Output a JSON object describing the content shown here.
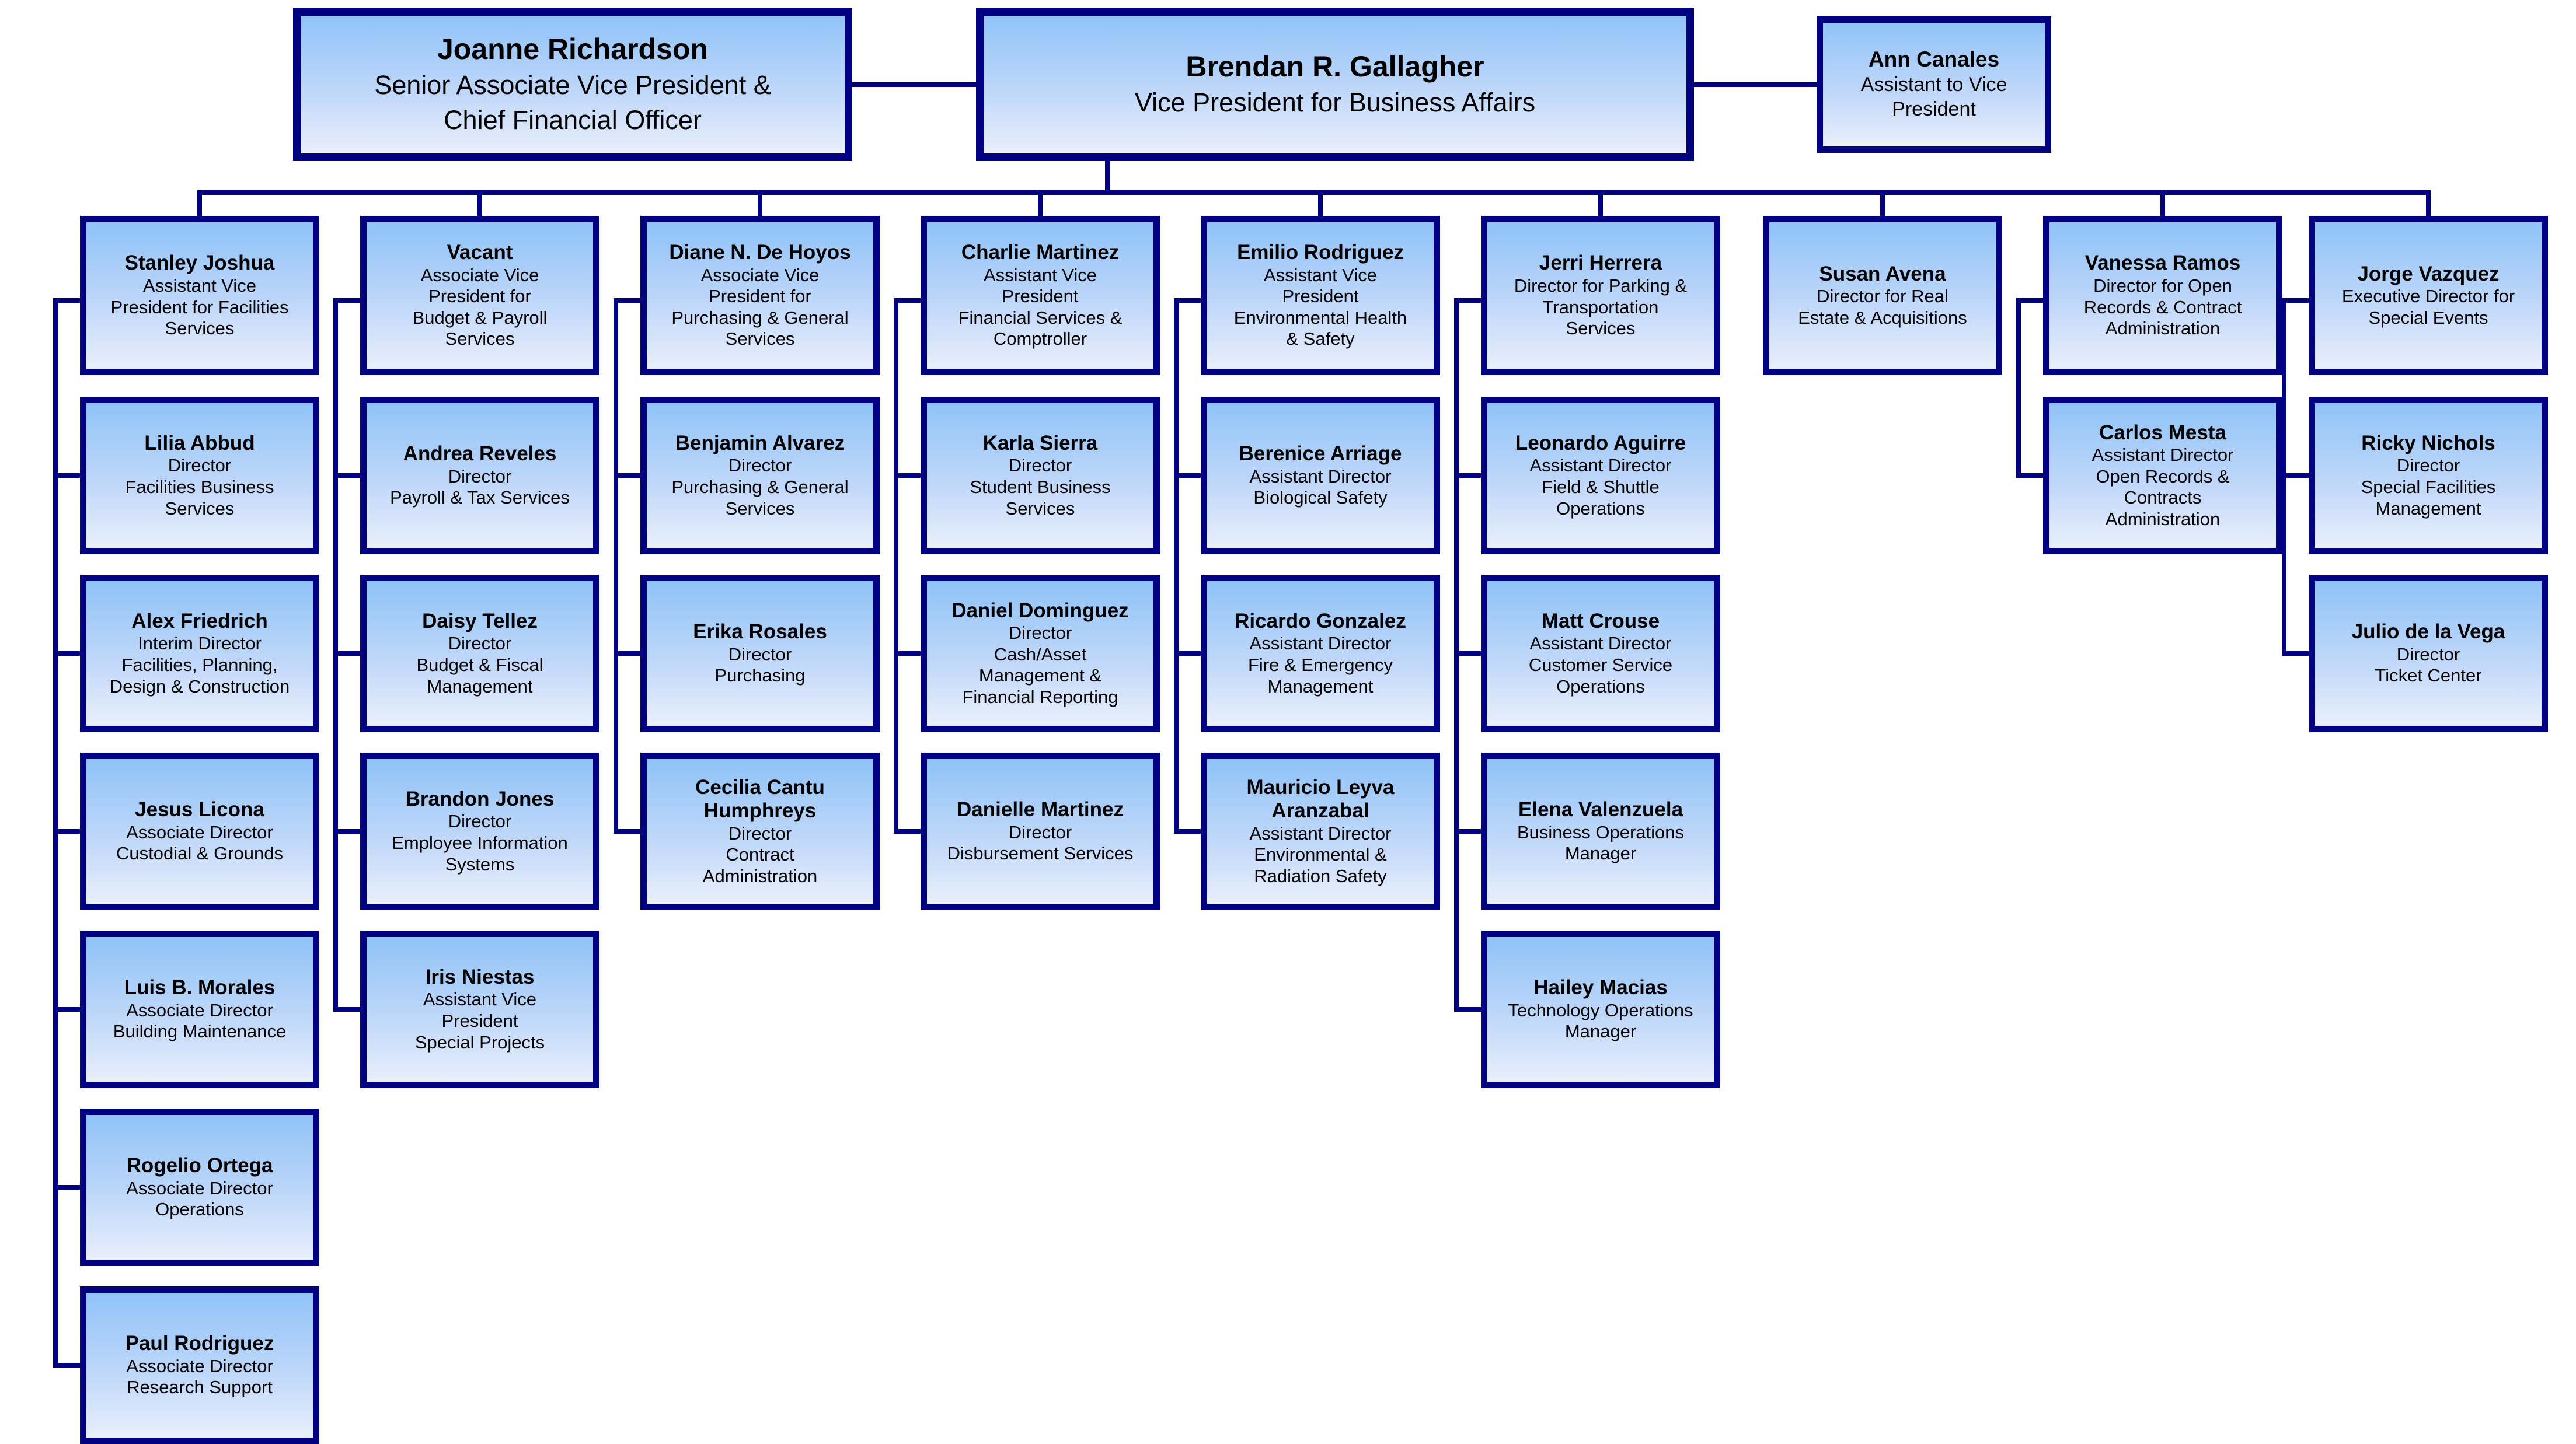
{
  "diagram": {
    "top_row": [
      {
        "name": "Joanne Richardson",
        "title": "Senior Associate Vice President &\nChief Financial Officer"
      },
      {
        "name": "Brendan R. Gallagher",
        "title": "Vice President for Business Affairs"
      },
      {
        "name": "Ann Canales",
        "title": "Assistant to Vice\nPresident"
      }
    ],
    "columns": [
      {
        "head": {
          "name": "Stanley Joshua",
          "title": "Assistant Vice\nPresident for Facilities\nServices"
        },
        "children": [
          {
            "name": "Lilia Abbud",
            "title": "Director\nFacilities Business\nServices"
          },
          {
            "name": "Alex Friedrich",
            "title": "Interim Director\nFacilities, Planning,\nDesign & Construction"
          },
          {
            "name": "Jesus Licona",
            "title": "Associate Director\nCustodial & Grounds"
          },
          {
            "name": "Luis B. Morales",
            "title": "Associate Director\nBuilding Maintenance"
          },
          {
            "name": "Rogelio Ortega",
            "title": "Associate Director\nOperations"
          },
          {
            "name": "Paul Rodriguez",
            "title": "Associate Director\nResearch Support"
          }
        ]
      },
      {
        "head": {
          "name": "Vacant",
          "title": "Associate Vice\nPresident for\nBudget & Payroll\nServices"
        },
        "children": [
          {
            "name": "Andrea Reveles",
            "title": "Director\nPayroll & Tax Services"
          },
          {
            "name": "Daisy Tellez",
            "title": "Director\nBudget & Fiscal\nManagement"
          },
          {
            "name": "Brandon Jones",
            "title": "Director\nEmployee Information\nSystems"
          },
          {
            "name": "Iris Niestas",
            "title": "Assistant Vice\nPresident\nSpecial Projects"
          }
        ]
      },
      {
        "head": {
          "name": "Diane N. De Hoyos",
          "title": "Associate Vice\nPresident for\nPurchasing & General\nServices"
        },
        "children": [
          {
            "name": "Benjamin Alvarez",
            "title": "Director\nPurchasing & General\nServices"
          },
          {
            "name": "Erika Rosales",
            "title": "Director\nPurchasing"
          },
          {
            "name": "Cecilia Cantu\nHumphreys",
            "title": "Director\nContract\nAdministration"
          }
        ]
      },
      {
        "head": {
          "name": "Charlie Martinez",
          "title": "Assistant Vice\nPresident\nFinancial Services &\nComptroller"
        },
        "children": [
          {
            "name": "Karla Sierra",
            "title": "Director\nStudent Business\nServices"
          },
          {
            "name": "Daniel Dominguez",
            "title": "Director\nCash/Asset\nManagement &\nFinancial Reporting"
          },
          {
            "name": "Danielle Martinez",
            "title": "Director\nDisbursement Services"
          }
        ]
      },
      {
        "head": {
          "name": "Emilio Rodriguez",
          "title": "Assistant Vice\nPresident\nEnvironmental Health\n& Safety"
        },
        "children": [
          {
            "name": "Berenice Arriage",
            "title": "Assistant Director\nBiological Safety"
          },
          {
            "name": "Ricardo Gonzalez",
            "title": "Assistant Director\nFire & Emergency\nManagement"
          },
          {
            "name": "Mauricio Leyva\nAranzabal",
            "title": "Assistant Director\nEnvironmental &\nRadiation Safety"
          }
        ]
      },
      {
        "head": {
          "name": "Jerri Herrera",
          "title": "Director for Parking &\nTransportation\nServices"
        },
        "children": [
          {
            "name": "Leonardo Aguirre",
            "title": "Assistant Director\nField & Shuttle\nOperations"
          },
          {
            "name": "Matt Crouse",
            "title": "Assistant Director\nCustomer Service\nOperations"
          },
          {
            "name": "Elena Valenzuela",
            "title": "Business Operations\nManager"
          },
          {
            "name": "Hailey Macias",
            "title": "Technology Operations\nManager"
          }
        ]
      },
      {
        "head": {
          "name": "Susan Avena",
          "title": "Director for Real\nEstate & Acquisitions"
        },
        "children": []
      },
      {
        "head": {
          "name": "Vanessa Ramos",
          "title": "Director for Open\nRecords & Contract\nAdministration"
        },
        "children": [
          {
            "name": "Carlos Mesta",
            "title": "Assistant Director\nOpen Records &\nContracts\nAdministration"
          }
        ]
      },
      {
        "head": {
          "name": "Jorge Vazquez",
          "title": "Executive Director for\nSpecial Events"
        },
        "children": [
          {
            "name": "Ricky Nichols",
            "title": "Director\nSpecial Facilities\nManagement"
          },
          {
            "name": "Julio de la Vega",
            "title": "Director\nTicket Center"
          }
        ]
      }
    ]
  },
  "colors": {
    "border": "#000080",
    "line": "#000080",
    "box_fill_top": "#8FC3F8",
    "box_fill_bottom": "#E9EFFC",
    "text": "#000000",
    "background": "#FFFFFF"
  }
}
